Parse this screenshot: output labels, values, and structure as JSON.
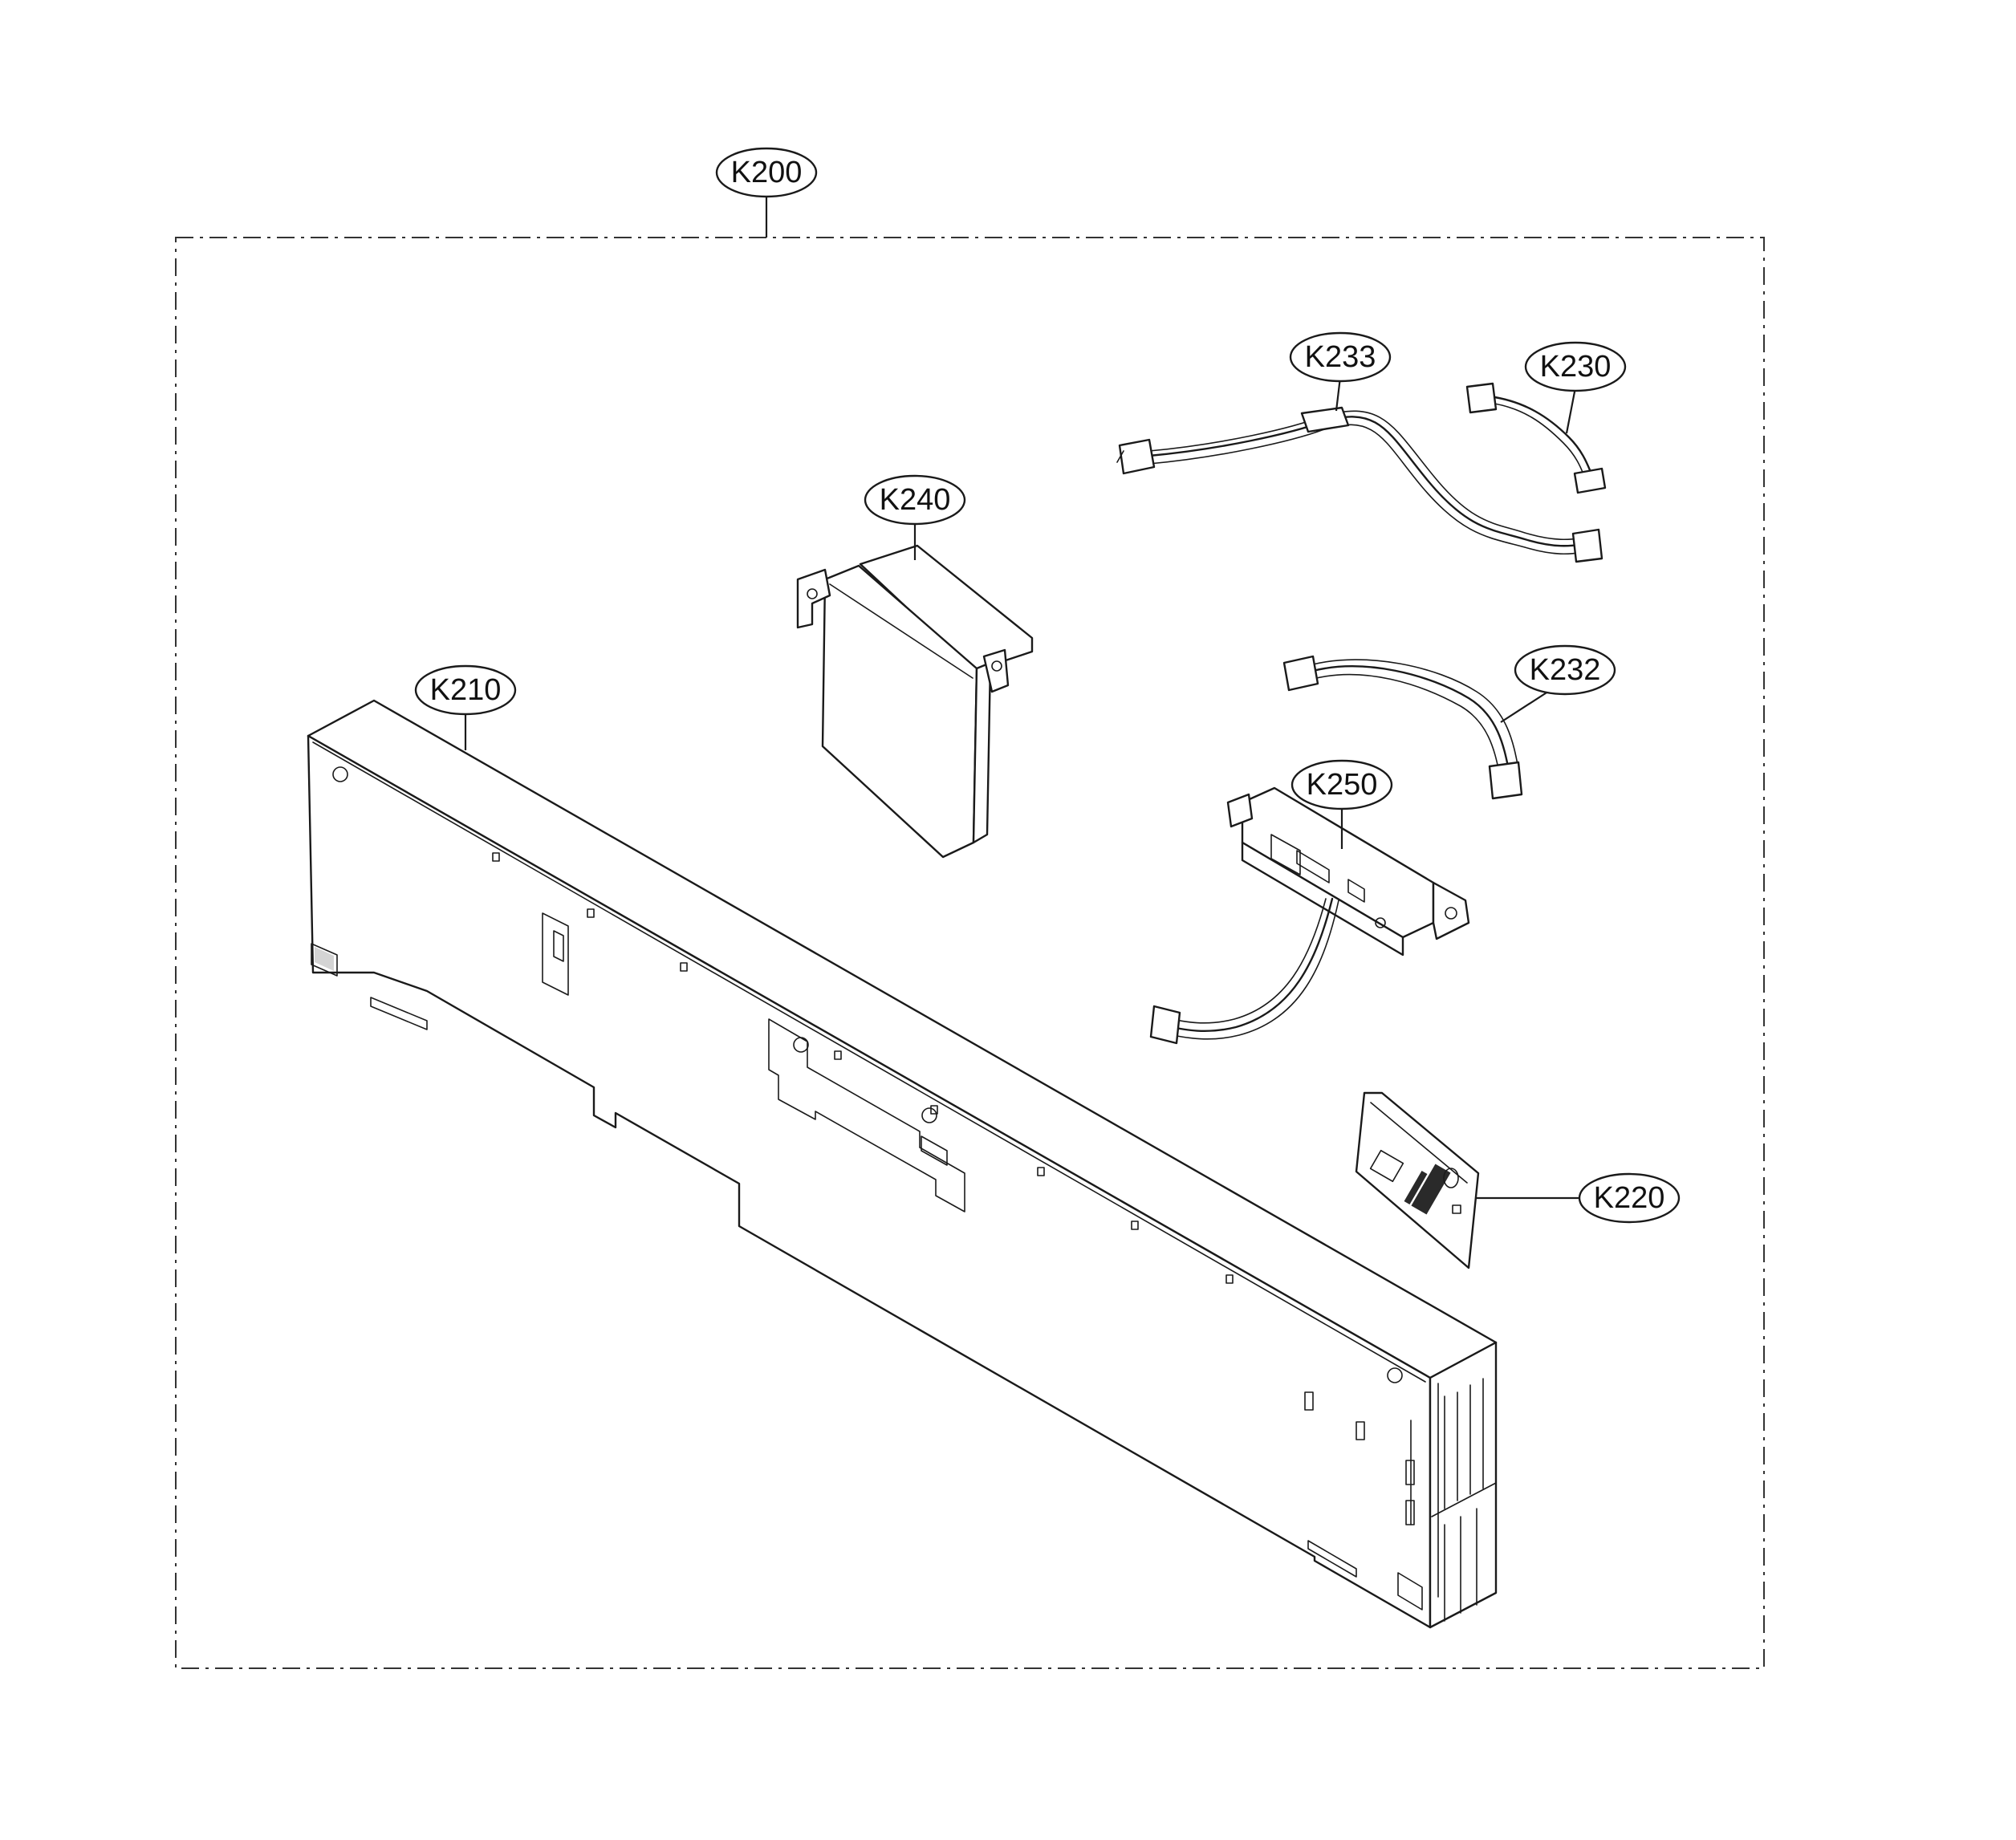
{
  "callouts": {
    "assembly": "K200",
    "panel": "K210",
    "card": "K220",
    "harness_short": "K230",
    "harness_mid": "K232",
    "harness_long": "K233",
    "module": "K240",
    "sensor": "K250"
  }
}
